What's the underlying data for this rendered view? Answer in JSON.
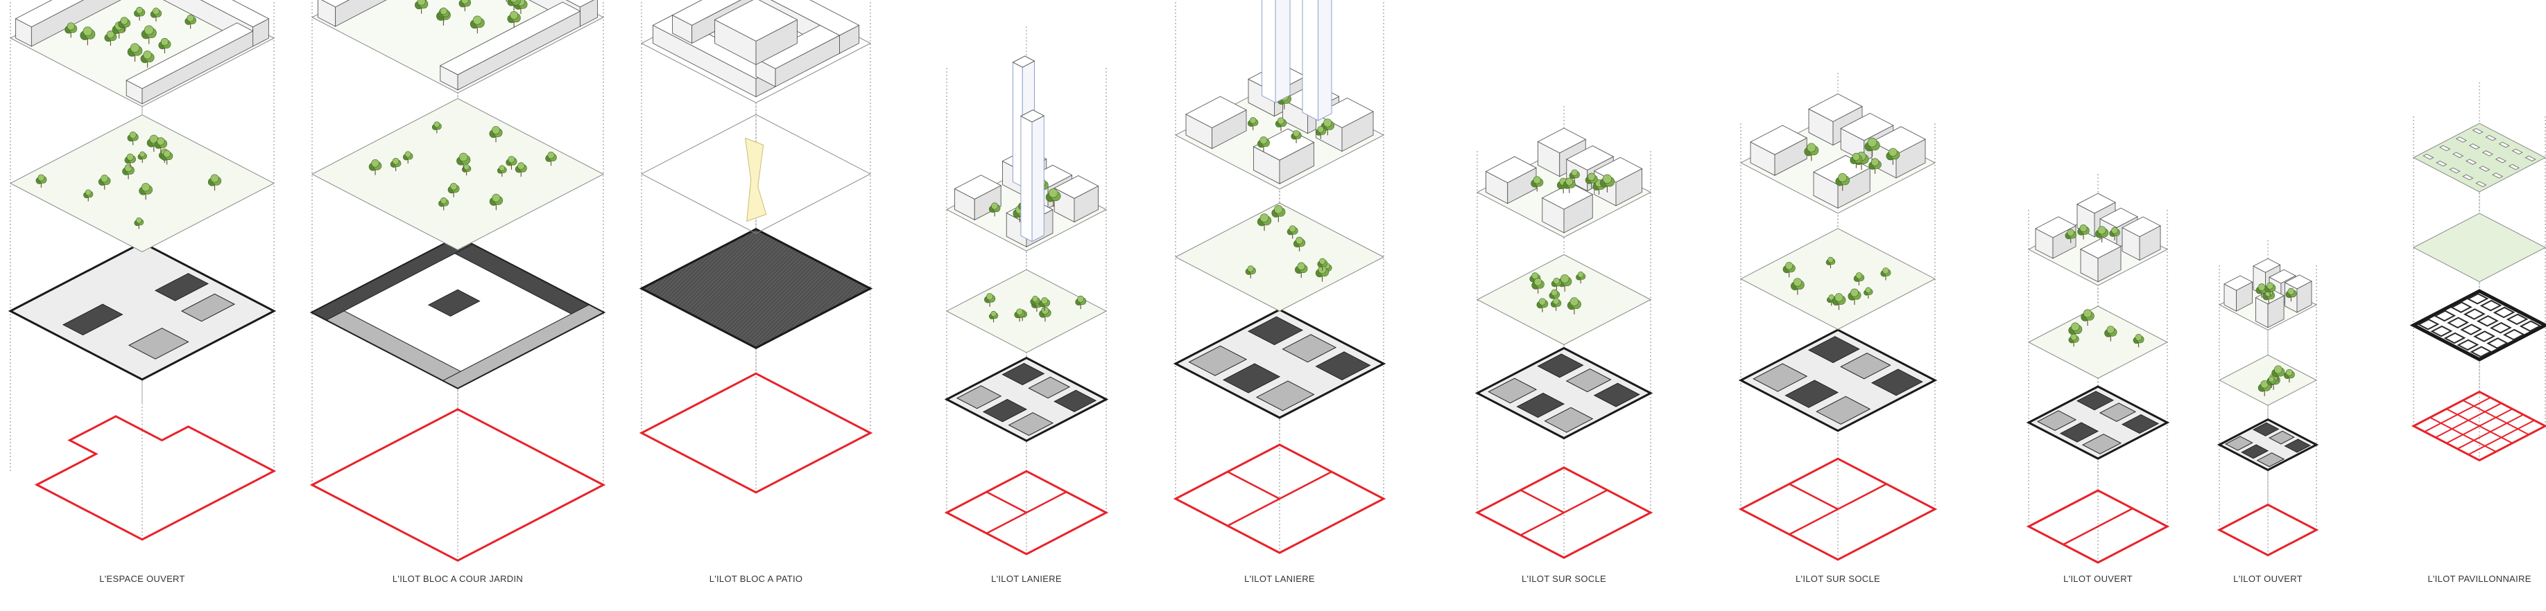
{
  "colors": {
    "outline_red": "#e8232a",
    "block_dark": "#4a4a4a",
    "block_light": "#b9b9b9",
    "ground_green": "#d9ead0",
    "tree_green": "#7dab4c",
    "tree_dark": "#5c8a33",
    "patio_yellow": "#fbf3c4",
    "guide_line": "#8a8a8a",
    "building_white": "#ffffff",
    "building_stroke": "#5a5a5a",
    "tower_line": "#8ea0cc"
  },
  "columns": [
    {
      "caption": "L'ESPACE OUVERT",
      "icon": "open-space-axonometric"
    },
    {
      "caption": "L'ILOT BLOC A COUR JARDIN",
      "icon": "courtyard-garden-block-axonometric"
    },
    {
      "caption": "L'ILOT BLOC A PATIO",
      "icon": "patio-block-axonometric"
    },
    {
      "caption": "L'ILOT LANIERE",
      "icon": "strip-block-towers-axonometric"
    },
    {
      "caption": "L'ILOT LANIERE",
      "icon": "strip-block-towers-axonometric"
    },
    {
      "caption": "L'ILOT SUR SOCLE",
      "icon": "podium-block-axonometric"
    },
    {
      "caption": "L'ILOT SUR SOCLE",
      "icon": "podium-block-axonometric"
    },
    {
      "caption": "L'ILOT OUVERT",
      "icon": "open-block-axonometric"
    },
    {
      "caption": "L'ILOT OUVERT",
      "icon": "open-block-axonometric"
    },
    {
      "caption": "L'ILOT PAVILLONNAIRE",
      "icon": "detached-housing-axonometric"
    }
  ]
}
